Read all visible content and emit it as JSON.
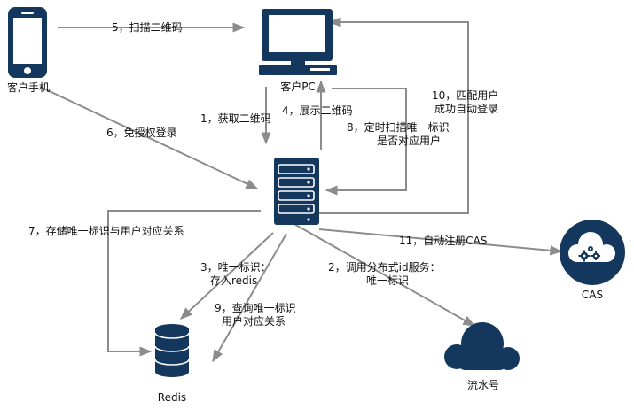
{
  "nodes": {
    "phone": {
      "label": "客户手机",
      "icon": "smartphone-icon"
    },
    "pc": {
      "label": "客户PC",
      "icon": "desktop-monitor-icon"
    },
    "server": {
      "icon": "server-rack-icon"
    },
    "redis": {
      "label": "Redis",
      "icon": "database-icon"
    },
    "cas": {
      "label": "CAS",
      "icon": "cloud-gears-icon"
    },
    "serial": {
      "label": "流水号",
      "icon": "cloud-icon"
    }
  },
  "edges": {
    "e1": "1，获取二维码",
    "e2_line1": "2，调用分布式id服务：",
    "e2_line2": "唯一标识",
    "e3_line1": "3，唯一标识：",
    "e3_line2": "存入redis",
    "e4": "4，展示二维码",
    "e5": "5，扫描二维码",
    "e6": "6，免授权登录",
    "e7": "7，存储唯一标识与用户对应关系",
    "e8_line1": "8，定时扫描唯一标识",
    "e8_line2": "是否对应用户",
    "e9_line1": "9，查询唯一标识",
    "e9_line2": "用户对应关系",
    "e10_line1": "10，匹配用户",
    "e10_line2": "成功自动登录",
    "e11": "11，自动注册CAS"
  },
  "colors": {
    "icon_fill": "#14375e",
    "arrow": "#8c8c8c",
    "text": "#111111"
  }
}
